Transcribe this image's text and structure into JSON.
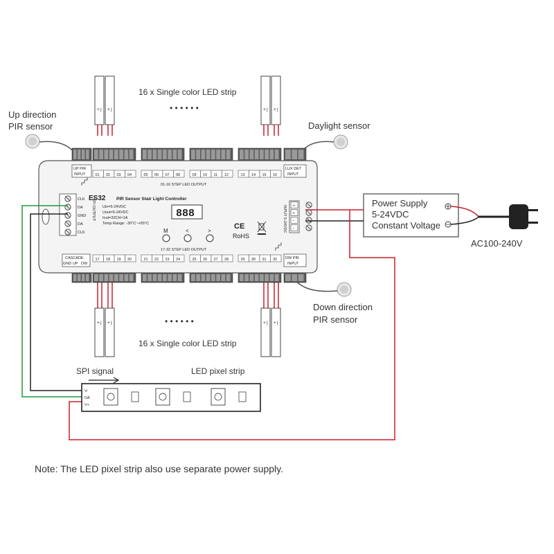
{
  "labels": {
    "top_strip": "16 x Single color LED strip",
    "bottom_strip": "16 x Single color LED strip",
    "dots": "• • • • • •",
    "up_pir_line1": "Up direction",
    "up_pir_line2": "PIR sensor",
    "daylight": "Daylight sensor",
    "down_pir_line1": "Down direction",
    "down_pir_line2": "PIR sensor",
    "ac": "AC100-240V",
    "spi_signal": "SPI signal",
    "pixel_strip": "LED pixel strip",
    "note": "Note: The LED pixel strip also use separate power supply."
  },
  "controller": {
    "model": "ES32",
    "title": "PIR Sensor Stair Light Controller",
    "spec1": "Uin=5-24VDC",
    "spec2": "Uout=5-24VDC",
    "spec3": "Iout=32CH×1A",
    "spec4": "Temp Range: -30°C~+55°C",
    "up_pir": [
      "UP PIR",
      "INPUT"
    ],
    "lux_det": [
      "LUX DET",
      "INPUT"
    ],
    "dw_pir": [
      "DW PIR",
      "INPUT"
    ],
    "cascade": [
      "CASCADE",
      "GND",
      "UP",
      "DW"
    ],
    "top_output": "01-16 STEP LED OUTPUT",
    "bottom_output": "17-32 STEP LED OUTPUT",
    "top_channels": [
      "01",
      "02",
      "03",
      "04",
      "05",
      "06",
      "07",
      "08",
      "09",
      "10",
      "11",
      "12",
      "13",
      "14",
      "15",
      "16"
    ],
    "bottom_channels": [
      "17",
      "18",
      "19",
      "20",
      "21",
      "22",
      "23",
      "24",
      "25",
      "26",
      "27",
      "28",
      "29",
      "30",
      "31",
      "32"
    ],
    "spi_terms": [
      "CLK",
      "DA",
      "GND",
      "DA",
      "CLK"
    ],
    "spi_label": "SPI OUTPUT",
    "input_label": "INPUT 5-24VDC",
    "power_signs": [
      "+",
      "+",
      "−",
      "−"
    ],
    "buttons": [
      "M",
      "<",
      ">"
    ],
    "display": "888",
    "cert_ce": "CE",
    "cert_rohs": "RoHS"
  },
  "power_supply": {
    "line1": "Power Supply",
    "line2": "5-24VDC",
    "line3": "Constant Voltage"
  },
  "pixel_pins": [
    "V-",
    "DA",
    "V+"
  ],
  "colors": {
    "red_wire": "#d81e2a",
    "green_wire": "#1a9a3a",
    "dark_wire": "#1a1a1a",
    "device_fill": "#f2f2f2",
    "terminal": "#3a3a3a"
  }
}
